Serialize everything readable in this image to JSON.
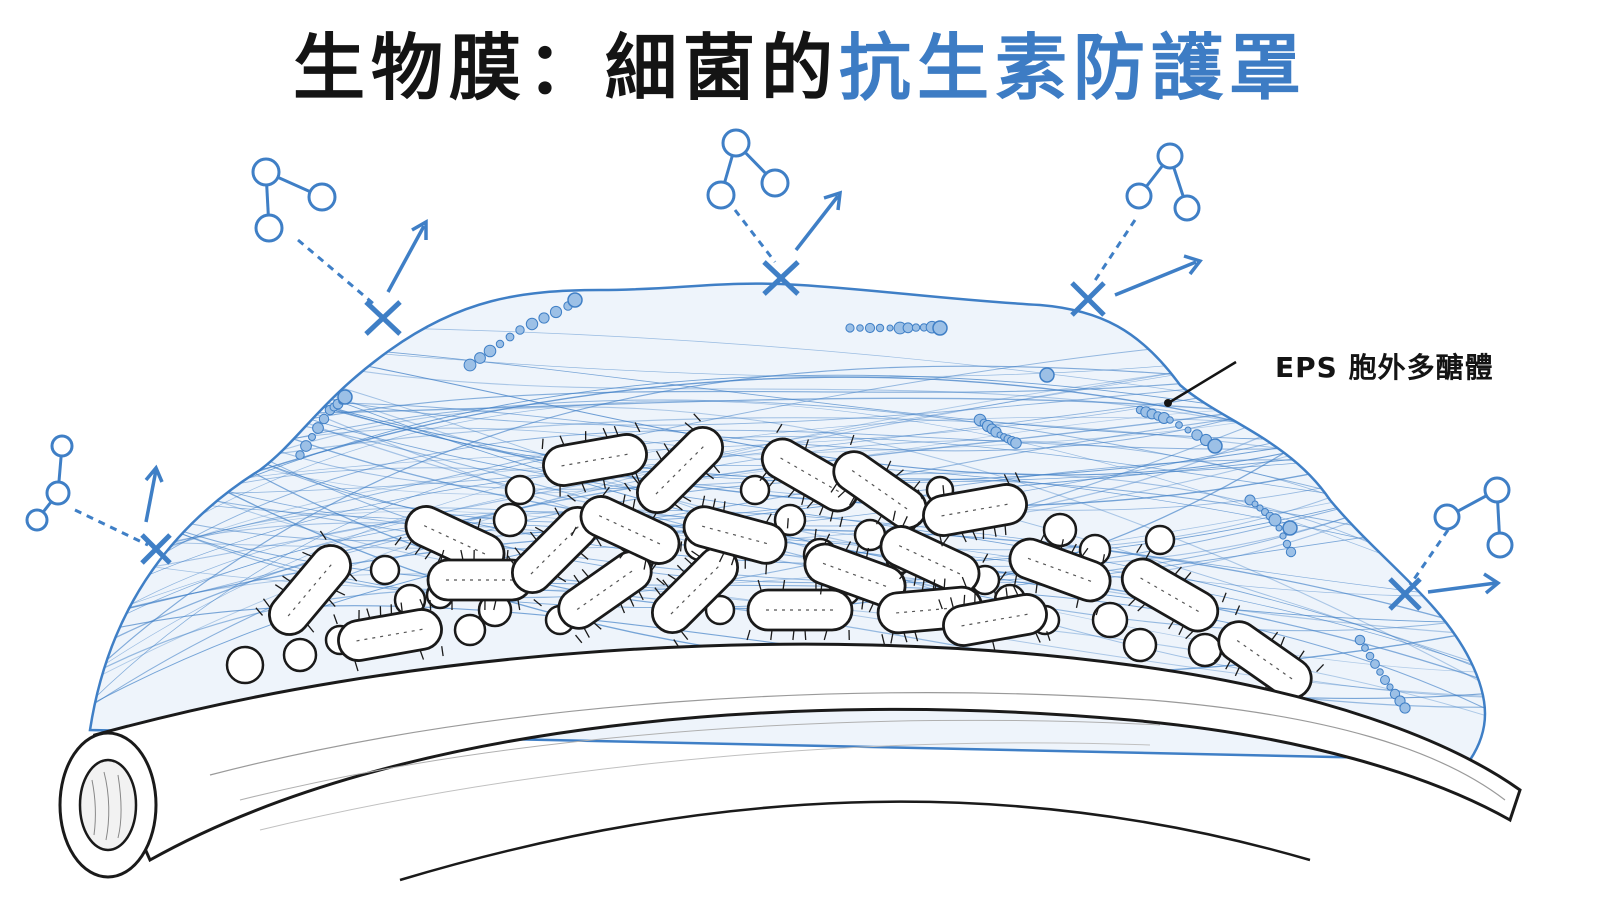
{
  "title": {
    "part1": "生物膜：細菌的",
    "part2": "抗生素防護罩"
  },
  "labels": {
    "eps": "EPS 胞外多醣體"
  },
  "colors": {
    "title_dark": "#141414",
    "title_accent": "#3d7cc4",
    "biofilm_blue": "#3f7fc6",
    "ink": "#1a1a1a"
  },
  "icons": {
    "antibiotic": "molecule-icon",
    "blocked": "x-mark-icon",
    "deflect": "arrow-icon"
  }
}
